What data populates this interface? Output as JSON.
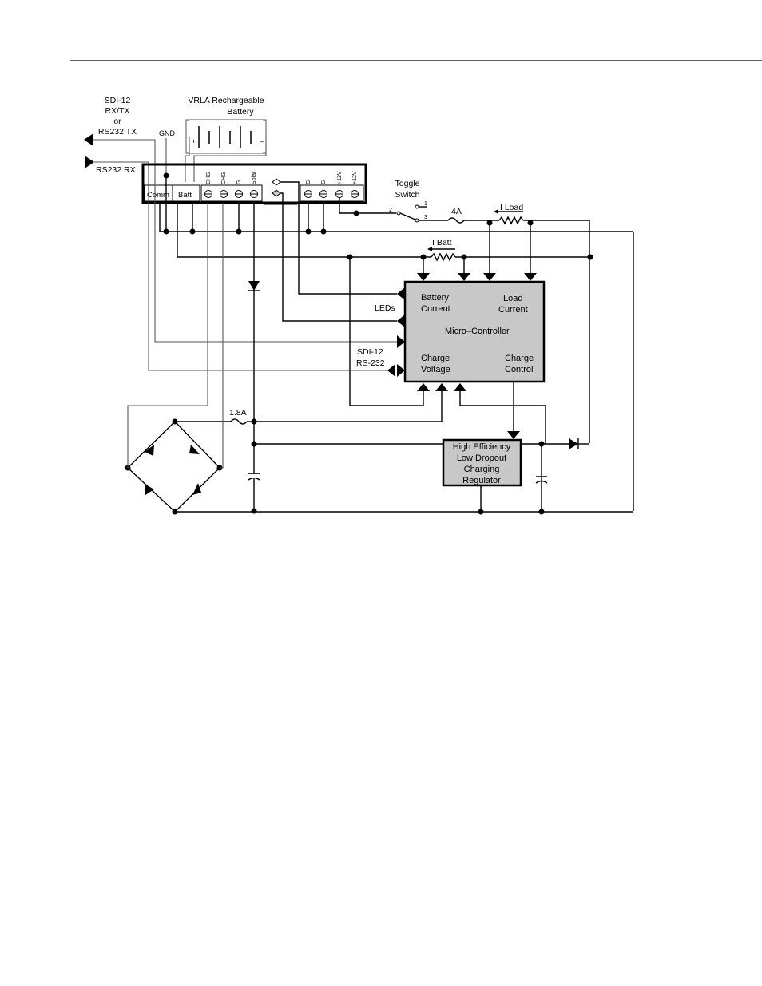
{
  "labels": {
    "sdi_line1": "SDI-12",
    "sdi_line2": "RX/TX",
    "sdi_line3": "or",
    "sdi_line4": "RS232 TX",
    "rs232_rx": "RS232 RX",
    "gnd": "GND",
    "battery_line1": "VRLA Rechargeable",
    "battery_line2": "Battery",
    "plus": "+",
    "minus": "–",
    "comm": "Comm",
    "batt": "Batt",
    "term_chg1": "CHG",
    "term_chg2": "CHG",
    "term_g1": "G",
    "term_solar": "Solar",
    "term_g2": "G",
    "term_g3": "G",
    "term_12v1": "+12V",
    "term_12v2": "+12V",
    "toggle_line1": "Toggle",
    "toggle_line2": "Switch",
    "sw_pin1": "1",
    "sw_pin2": "2",
    "sw_pin3": "3",
    "fuse_4a": "4A",
    "i_load": "I Load",
    "i_batt": "I Batt",
    "leds": "LEDs",
    "sdi_rs_line1": "SDI-12",
    "sdi_rs_line2": "RS-232",
    "fuse_18a": "1.8A"
  },
  "micro": {
    "battery_current_1": "Battery",
    "battery_current_2": "Current",
    "load_current_1": "Load",
    "load_current_2": "Current",
    "title": "Micro–Controller",
    "charge_voltage_1": "Charge",
    "charge_voltage_2": "Voltage",
    "charge_control_1": "Charge",
    "charge_control_2": "Control"
  },
  "regulator": {
    "line1": "High Efficiency",
    "line2": "Low Dropout",
    "line3": "Charging",
    "line4": "Regulator"
  },
  "colors": {
    "block_fill": "#c8c8c8",
    "ink": "#000000"
  }
}
